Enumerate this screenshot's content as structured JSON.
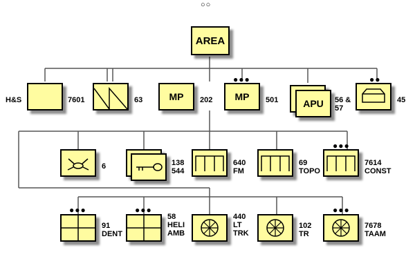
{
  "top": {
    "label": "AREA",
    "dots": "○○"
  },
  "row1": [
    {
      "key": "hs",
      "left": "H&S",
      "right": "7601"
    },
    {
      "key": "63",
      "right": "63"
    },
    {
      "key": "mp202",
      "inner": "MP",
      "right": "202"
    },
    {
      "key": "mp501",
      "inner": "MP",
      "right": "501",
      "dots": "●●●"
    },
    {
      "key": "apu",
      "inner": "APU",
      "right": "56 &\n57"
    },
    {
      "key": "45",
      "right": "45",
      "dots": "●●"
    }
  ],
  "row2": [
    {
      "key": "6",
      "right": "6"
    },
    {
      "key": "138",
      "right": "138\n544"
    },
    {
      "key": "640",
      "right": "640\nFM"
    },
    {
      "key": "69",
      "right": "69\nTOPO"
    },
    {
      "key": "7614",
      "right": "7614\nCONST",
      "dots": "●●●"
    }
  ],
  "row3": [
    {
      "key": "91",
      "right": "91\nDENT",
      "dots": "●●●"
    },
    {
      "key": "58",
      "right": "58\nHELI\nAMB",
      "dots": "●●●"
    },
    {
      "key": "440",
      "right": "440\nLT\nTRK"
    },
    {
      "key": "102",
      "right": "102\nTR"
    },
    {
      "key": "7678",
      "right": "7678\nTAAM",
      "dots": "●●●"
    }
  ]
}
